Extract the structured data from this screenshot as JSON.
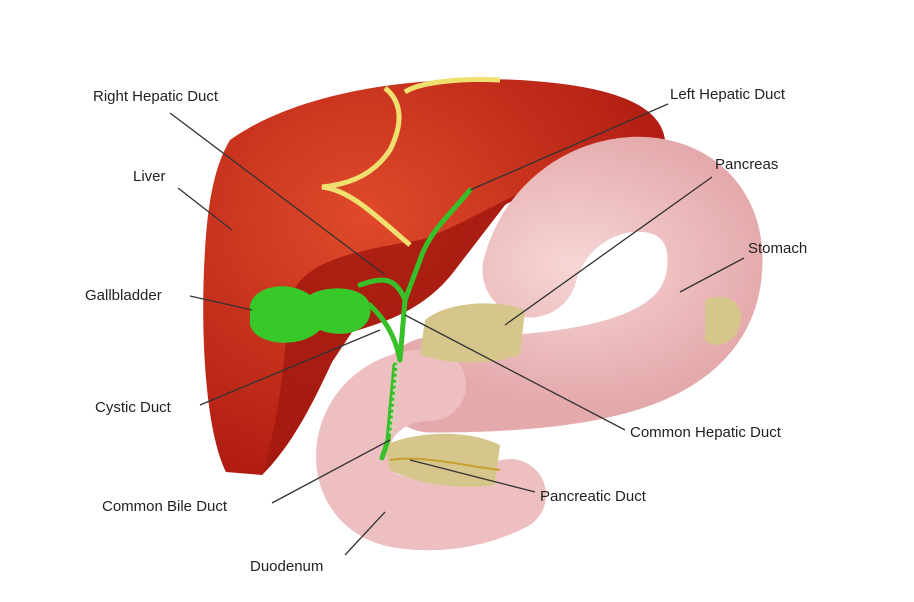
{
  "labels": {
    "right_hepatic_duct": "Right Hepatic Duct",
    "left_hepatic_duct": "Left Hepatic Duct",
    "liver": "Liver",
    "pancreas": "Pancreas",
    "stomach": "Stomach",
    "gallbladder": "Gallbladder",
    "cystic_duct": "Cystic Duct",
    "common_hepatic_duct": "Common Hepatic Duct",
    "common_bile_duct": "Common Bile Duct",
    "pancreatic_duct": "Pancreatic Duct",
    "duodenum": "Duodenum"
  },
  "colors": {
    "liver": "#c8281c",
    "liver_shadow": "#9e1810",
    "stomach": "#f0c3c4",
    "pancreas": "#d8c890",
    "gallbladder": "#3ccc2c",
    "duct": "#3cc02a",
    "hepatic_ligament": "#f0e070"
  }
}
